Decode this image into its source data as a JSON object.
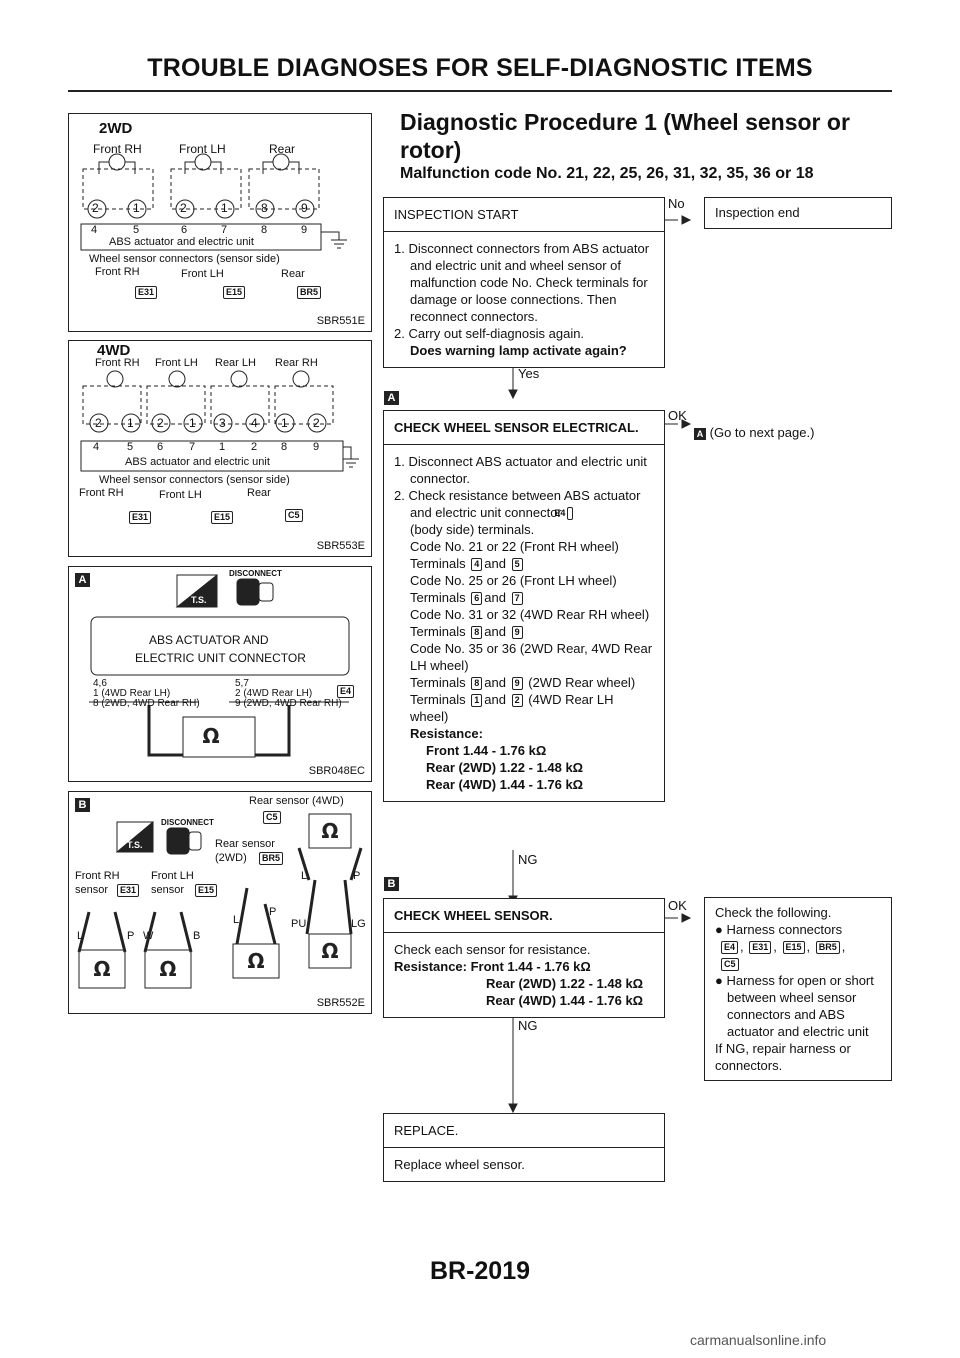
{
  "header": {
    "title": "TROUBLE DIAGNOSES FOR SELF-DIAGNOSTIC ITEMS"
  },
  "footer": {
    "page_code": "BR-2019",
    "watermark": "carmanualsonline.info"
  },
  "figures": {
    "fig1": {
      "title": "2WD",
      "sensors": [
        "Front RH",
        "Front LH",
        "Rear"
      ],
      "pins": [
        "2",
        "1",
        "2",
        "1",
        "8",
        "9"
      ],
      "unit_pins": [
        "4",
        "5",
        "6",
        "7",
        "8",
        "9"
      ],
      "unit_label": "ABS actuator and electric unit",
      "conn_label": "Wheel sensor connectors (sensor side)",
      "conn_names": [
        "Front RH",
        "Front LH",
        "Rear"
      ],
      "conn_codes": [
        "E31",
        "E15",
        "BR5"
      ],
      "code": "SBR551E"
    },
    "fig2": {
      "title": "4WD",
      "sensors": [
        "Front RH",
        "Front LH",
        "Rear LH",
        "Rear RH"
      ],
      "pins": [
        "2",
        "1",
        "2",
        "1",
        "3",
        "4",
        "1",
        "2"
      ],
      "unit_pins": [
        "4",
        "5",
        "6",
        "7",
        "1",
        "2",
        "8",
        "9"
      ],
      "unit_label": "ABS actuator and electric unit",
      "conn_label": "Wheel sensor connectors (sensor side)",
      "conn_names": [
        "Front RH",
        "Front LH",
        "Rear"
      ],
      "conn_codes": [
        "E31",
        "E15",
        "C5"
      ],
      "code": "SBR553E"
    },
    "fig3": {
      "tag": "A",
      "ts": "T.S.",
      "disconnect": "DISCONNECT",
      "connector_label_1": "ABS ACTUATOR AND",
      "connector_label_2": "ELECTRIC UNIT CONNECTOR",
      "left_pins_1": "4,6",
      "left_pins_2": "1 (4WD Rear LH)",
      "left_pins_3": "8 (2WD, 4WD Rear RH)",
      "right_pins_1": "5,7",
      "right_pins_2": "2 (4WD Rear LH)",
      "right_pins_3": "9 (2WD, 4WD Rear RH)",
      "conn_code": "E4",
      "code": "SBR048EC"
    },
    "fig4": {
      "tag": "B",
      "ts": "T.S.",
      "disconnect": "DISCONNECT",
      "rear4wd": "Rear sensor (4WD)",
      "rear4wd_code": "C5",
      "rear2wd_1": "Rear sensor",
      "rear2wd_2": "(2WD)",
      "rear2wd_code": "BR5",
      "frontrh_1": "Front RH",
      "frontrh_2": "sensor",
      "frontrh_code": "E31",
      "frontlh_1": "Front LH",
      "frontlh_2": "sensor",
      "frontlh_code": "E15",
      "wires": [
        "L",
        "P",
        "W",
        "B",
        "L",
        "P",
        "L",
        "P",
        "PU",
        "LG"
      ],
      "code": "SBR552E"
    }
  },
  "procedure": {
    "title": "Diagnostic Procedure 1 (Wheel sensor or rotor)",
    "subtitle": "Malfunction code No. 21, 22, 25, 26, 31, 32, 35, 36 or 18",
    "step1": {
      "header": "INSPECTION START",
      "lines": [
        "1. Disconnect connectors from ABS actuator and electric unit and wheel sensor of malfunction code No. Check terminals for damage or loose connections. Then reconnect connectors.",
        "2. Carry out self-diagnosis again."
      ],
      "question": "Does warning lamp activate again?",
      "no_label": "No",
      "no_result": "Inspection end",
      "yes_label": "Yes"
    },
    "step2": {
      "tag": "A",
      "header": "CHECK WHEEL SENSOR ELECTRICAL.",
      "line1": "1. Disconnect ABS actuator and electric unit connector.",
      "line2a": "2. Check resistance between ABS actuator and electric unit connector",
      "line2_conn": "E4",
      "line2b": "(body side) terminals.",
      "codes": [
        {
          "code": "Code No. 21 or 22 (Front RH wheel)",
          "t1": "4",
          "t2": "5",
          "suffix": ""
        },
        {
          "code": "Code No. 25 or 26 (Front LH wheel)",
          "t1": "6",
          "t2": "7",
          "suffix": ""
        },
        {
          "code": "Code No. 31 or 32 (4WD Rear RH wheel)",
          "t1": "8",
          "t2": "9",
          "suffix": ""
        },
        {
          "code": "Code No. 35 or 36 (2WD Rear, 4WD Rear LH wheel)",
          "t1": "8",
          "t2": "9",
          "suffix": "(2WD Rear wheel)"
        }
      ],
      "extra_terminals": {
        "t1": "1",
        "t2": "2",
        "suffix": "(4WD Rear LH wheel)"
      },
      "terminals_word": "Terminals",
      "and_word": "and",
      "resistance_label": "Resistance:",
      "res_lines": [
        "Front 1.44 - 1.76 kΩ",
        "Rear (2WD) 1.22 - 1.48 kΩ",
        "Rear (4WD) 1.44 - 1.76 kΩ"
      ],
      "ok_label": "OK",
      "ok_result": "(Go to next page.)",
      "ok_tag": "A",
      "ng_label": "NG"
    },
    "step3": {
      "tag": "B",
      "header": "CHECK WHEEL SENSOR.",
      "line1": "Check each sensor for resistance.",
      "res_label": "Resistance: Front 1.44 - 1.76 kΩ",
      "res_lines": [
        "Rear (2WD) 1.22 - 1.48 kΩ",
        "Rear (4WD) 1.44 - 1.76 kΩ"
      ],
      "ok_label": "OK",
      "ng_label": "NG",
      "check_title": "Check the following.",
      "check_item1": "Harness connectors",
      "check_conns": [
        "E4",
        "E31",
        "E15",
        "BR5",
        "C5"
      ],
      "check_item2": "Harness for open or short between wheel sensor connectors and ABS actuator and electric unit",
      "check_footer": "If NG, repair harness or connectors."
    },
    "step4": {
      "header": "REPLACE.",
      "body": "Replace wheel sensor."
    }
  }
}
